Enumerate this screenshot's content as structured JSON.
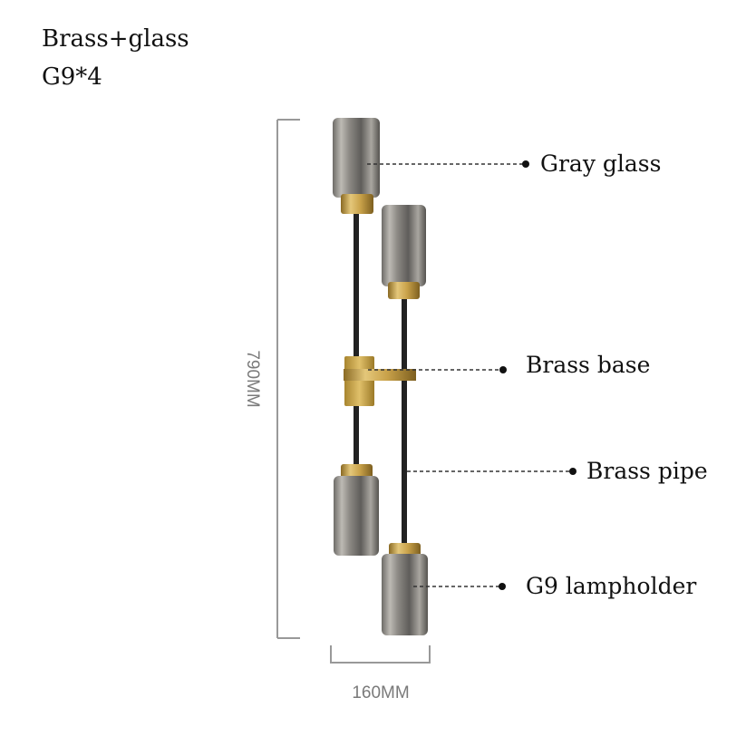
{
  "specs": {
    "material": "Brass+glass",
    "bulbs": "G9*4"
  },
  "callouts": {
    "gray_glass": "Gray glass",
    "brass_base": "Brass base",
    "brass_pipe": "Brass pipe",
    "lampholder": "G9 lampholder"
  },
  "dimensions": {
    "height": "790MM",
    "width": "160MM"
  },
  "colors": {
    "brass": "#c9a24a",
    "glass": "#8c8a86",
    "pipe": "#222222",
    "dim_line": "#999999"
  }
}
